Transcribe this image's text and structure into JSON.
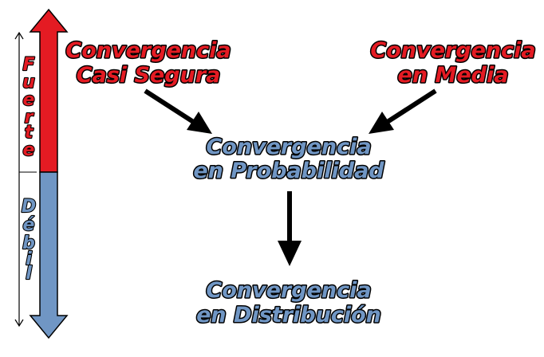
{
  "colors": {
    "strong": "#e41b23",
    "weak": "#7096c4",
    "outline": "#000000"
  },
  "scale": {
    "strong_letters": [
      "F",
      "u",
      "e",
      "r",
      "t",
      "e"
    ],
    "weak_letters": [
      "D",
      "é",
      "b",
      "i",
      "l"
    ]
  },
  "nodes": {
    "almost_sure": {
      "line1": "Convergencia",
      "line2": "Casi Segura"
    },
    "mean": {
      "line1": "Convergencia",
      "line2": "en Media"
    },
    "probability": {
      "line1": "Convergencia",
      "line2": "en Probabilidad"
    },
    "distribution": {
      "line1": "Convergencia",
      "line2": "en Distribución"
    }
  }
}
